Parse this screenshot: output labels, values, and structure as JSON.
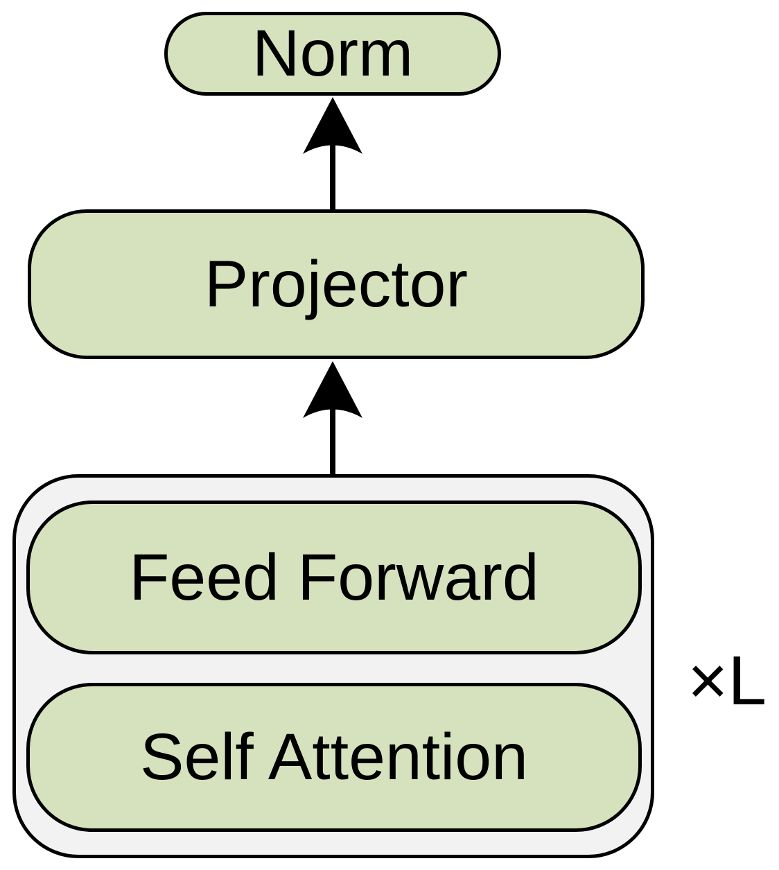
{
  "diagram": {
    "title": "transformer-encoder-block-diagram",
    "nodes": {
      "norm": {
        "label": "Norm"
      },
      "projector": {
        "label": "Projector"
      },
      "feed_forward": {
        "label": "Feed Forward"
      },
      "self_attention": {
        "label": "Self Attention"
      }
    },
    "repeat_label": "×L",
    "colors": {
      "node_fill": "#d6e2bd",
      "node_border": "#000000",
      "container_fill": "#f2f2f2",
      "arrow": "#000000",
      "text": "#000000",
      "background": "#ffffff"
    },
    "arrows": [
      {
        "name": "projector-to-norm",
        "direction": "up"
      },
      {
        "name": "block-to-projector",
        "direction": "up"
      }
    ]
  }
}
